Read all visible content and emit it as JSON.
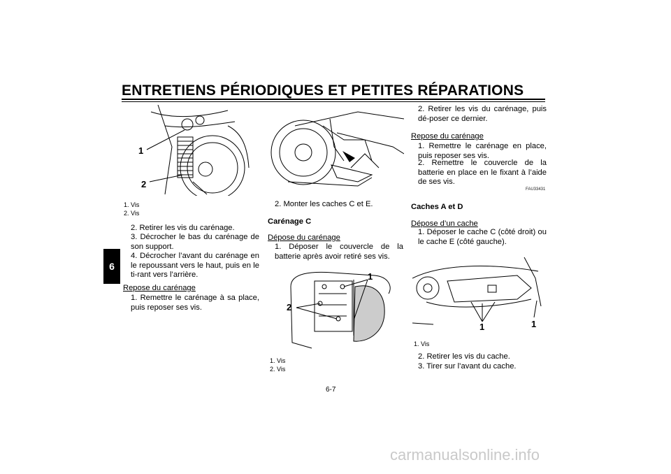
{
  "header": {
    "title": "ENTRETIENS PÉRIODIQUES ET PETITES RÉPARATIONS",
    "chapter": "6"
  },
  "left": {
    "figure_callouts": [
      "1",
      "2"
    ],
    "captions": [
      "1. Vis",
      "2. Vis"
    ],
    "steps": [
      "2. Retirer les vis du carénage.",
      "3. Décrocher le bas du carénage de son support.",
      "4. Décrocher l’avant du carénage en le repoussant vers le haut, puis en le ti-rant vers l’arrière."
    ],
    "repose_heading": "Repose du carénage",
    "repose_steps": [
      "1. Remettre le carénage à sa place, puis reposer ses vis."
    ]
  },
  "middle": {
    "step_top": "2. Monter les caches C et E.",
    "section_title": "Carénage C",
    "depose_heading": "Dépose du carénage",
    "depose_steps": [
      "1. Déposer le couvercle de la batterie après avoir retiré ses vis."
    ],
    "figure_callouts": [
      "1",
      "2"
    ],
    "captions": [
      "1. Vis",
      "2. Vis"
    ]
  },
  "right": {
    "steps_top": [
      "2. Retirer les vis du carénage, puis dé-poser ce dernier."
    ],
    "repose_heading": "Repose du carénage",
    "repose_steps": [
      "1. Remettre le carénage en place, puis reposer ses vis.",
      "2. Remettre le couvercle de la batterie en place en le fixant à l’aide de ses vis."
    ],
    "code": "FAU33431",
    "section_title": "Caches A et D",
    "depose_heading": "Dépose d’un cache",
    "depose_steps": [
      "1. Déposer le cache C (côté droit) ou le cache E (côté gauche)."
    ],
    "figure_callouts": [
      "1",
      "1"
    ],
    "caption": "1. Vis",
    "steps_bottom": [
      "2. Retirer les vis du cache.",
      "3. Tirer sur l’avant du cache."
    ]
  },
  "footer": {
    "page_number": "6-7",
    "watermark": "carmanualsonline.info"
  }
}
